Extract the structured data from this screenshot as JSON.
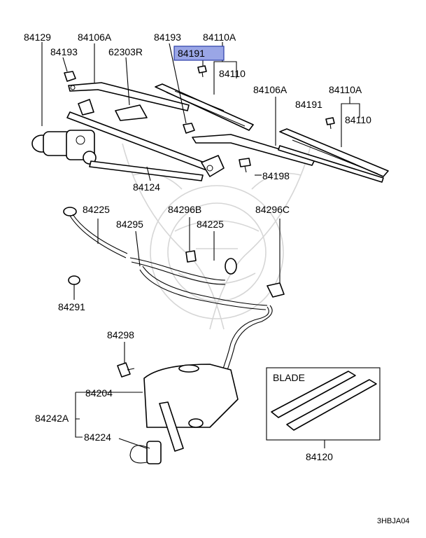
{
  "labels": {
    "p84129": "84129",
    "p84106A_1": "84106A",
    "p84193_top": "84193",
    "p84110A_1": "84110A",
    "p84193_left": "84193",
    "p62303R": "62303R",
    "p84191_hl": "84191",
    "p84110_1": "84110",
    "p84106A_2": "84106A",
    "p84110A_2": "84110A",
    "p84191_r": "84191",
    "p84110_2": "84110",
    "p84198": "84198",
    "p84124": "84124",
    "p84225_1": "84225",
    "p84296B": "84296B",
    "p84296C": "84296C",
    "p84295": "84295",
    "p84225_2": "84225",
    "p84291": "84291",
    "p84298": "84298",
    "p84204": "84204",
    "p84242A": "84242A",
    "p84224": "84224",
    "blade": "BLADE",
    "p84120": "84120",
    "code": "3HBJA04"
  },
  "highlight_color": "#9aa6e6"
}
